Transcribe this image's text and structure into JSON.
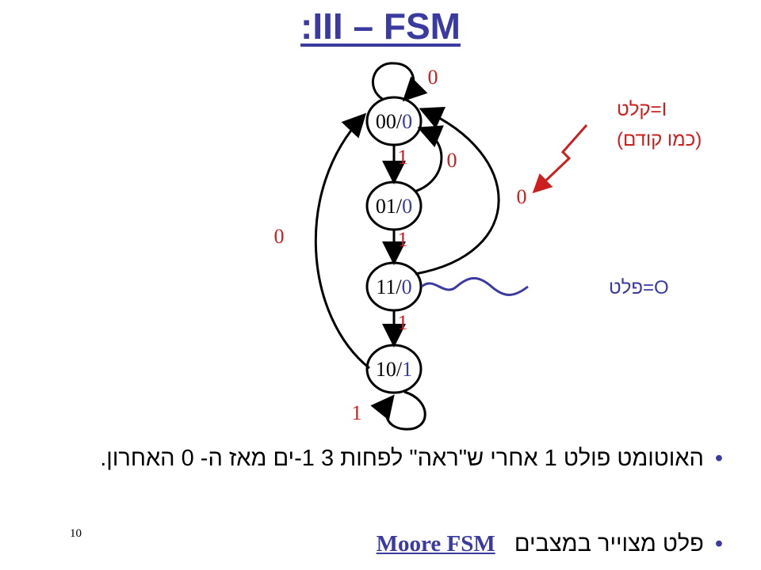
{
  "title": ":III – FSM",
  "colors": {
    "title": "#3a3aa0",
    "state_output": "#3a3aa0",
    "edge_label": "#cc1f1f",
    "input_callout": "#cc1f1f",
    "output_callout": "#3a3aa0",
    "input_arrow": "#cc1f1f",
    "output_wave": "#3a3aa0"
  },
  "states": [
    {
      "code": "00",
      "sep": "/",
      "output": "0"
    },
    {
      "code": "01",
      "sep": "/",
      "output": "0"
    },
    {
      "code": "11",
      "sep": "/",
      "output": "0"
    },
    {
      "code": "10",
      "sep": "/",
      "output": "1"
    }
  ],
  "transitions": [
    {
      "from": "00",
      "to": "00",
      "input": "0"
    },
    {
      "from": "00",
      "to": "01",
      "input": "1"
    },
    {
      "from": "01",
      "to": "00",
      "input": "0"
    },
    {
      "from": "01",
      "to": "11",
      "input": "1"
    },
    {
      "from": "11",
      "to": "00",
      "input": "0"
    },
    {
      "from": "11",
      "to": "10",
      "input": "1"
    },
    {
      "from": "10",
      "to": "00",
      "input": "0"
    },
    {
      "from": "10",
      "to": "10",
      "input": "1"
    }
  ],
  "callouts": {
    "input": {
      "line1": "I=קלט",
      "line2": "(כמו קודם)"
    },
    "output": {
      "text": "O=פלט"
    }
  },
  "bullets": [
    "האוטומט פולט 1 אחרי ש\"ראה\" לפחות 3 1-ים מאז ה- 0 האחרון.",
    {
      "text": "פלט מצוייר במצבים",
      "emphasis": "Moore FSM"
    }
  ],
  "page_number": "10"
}
